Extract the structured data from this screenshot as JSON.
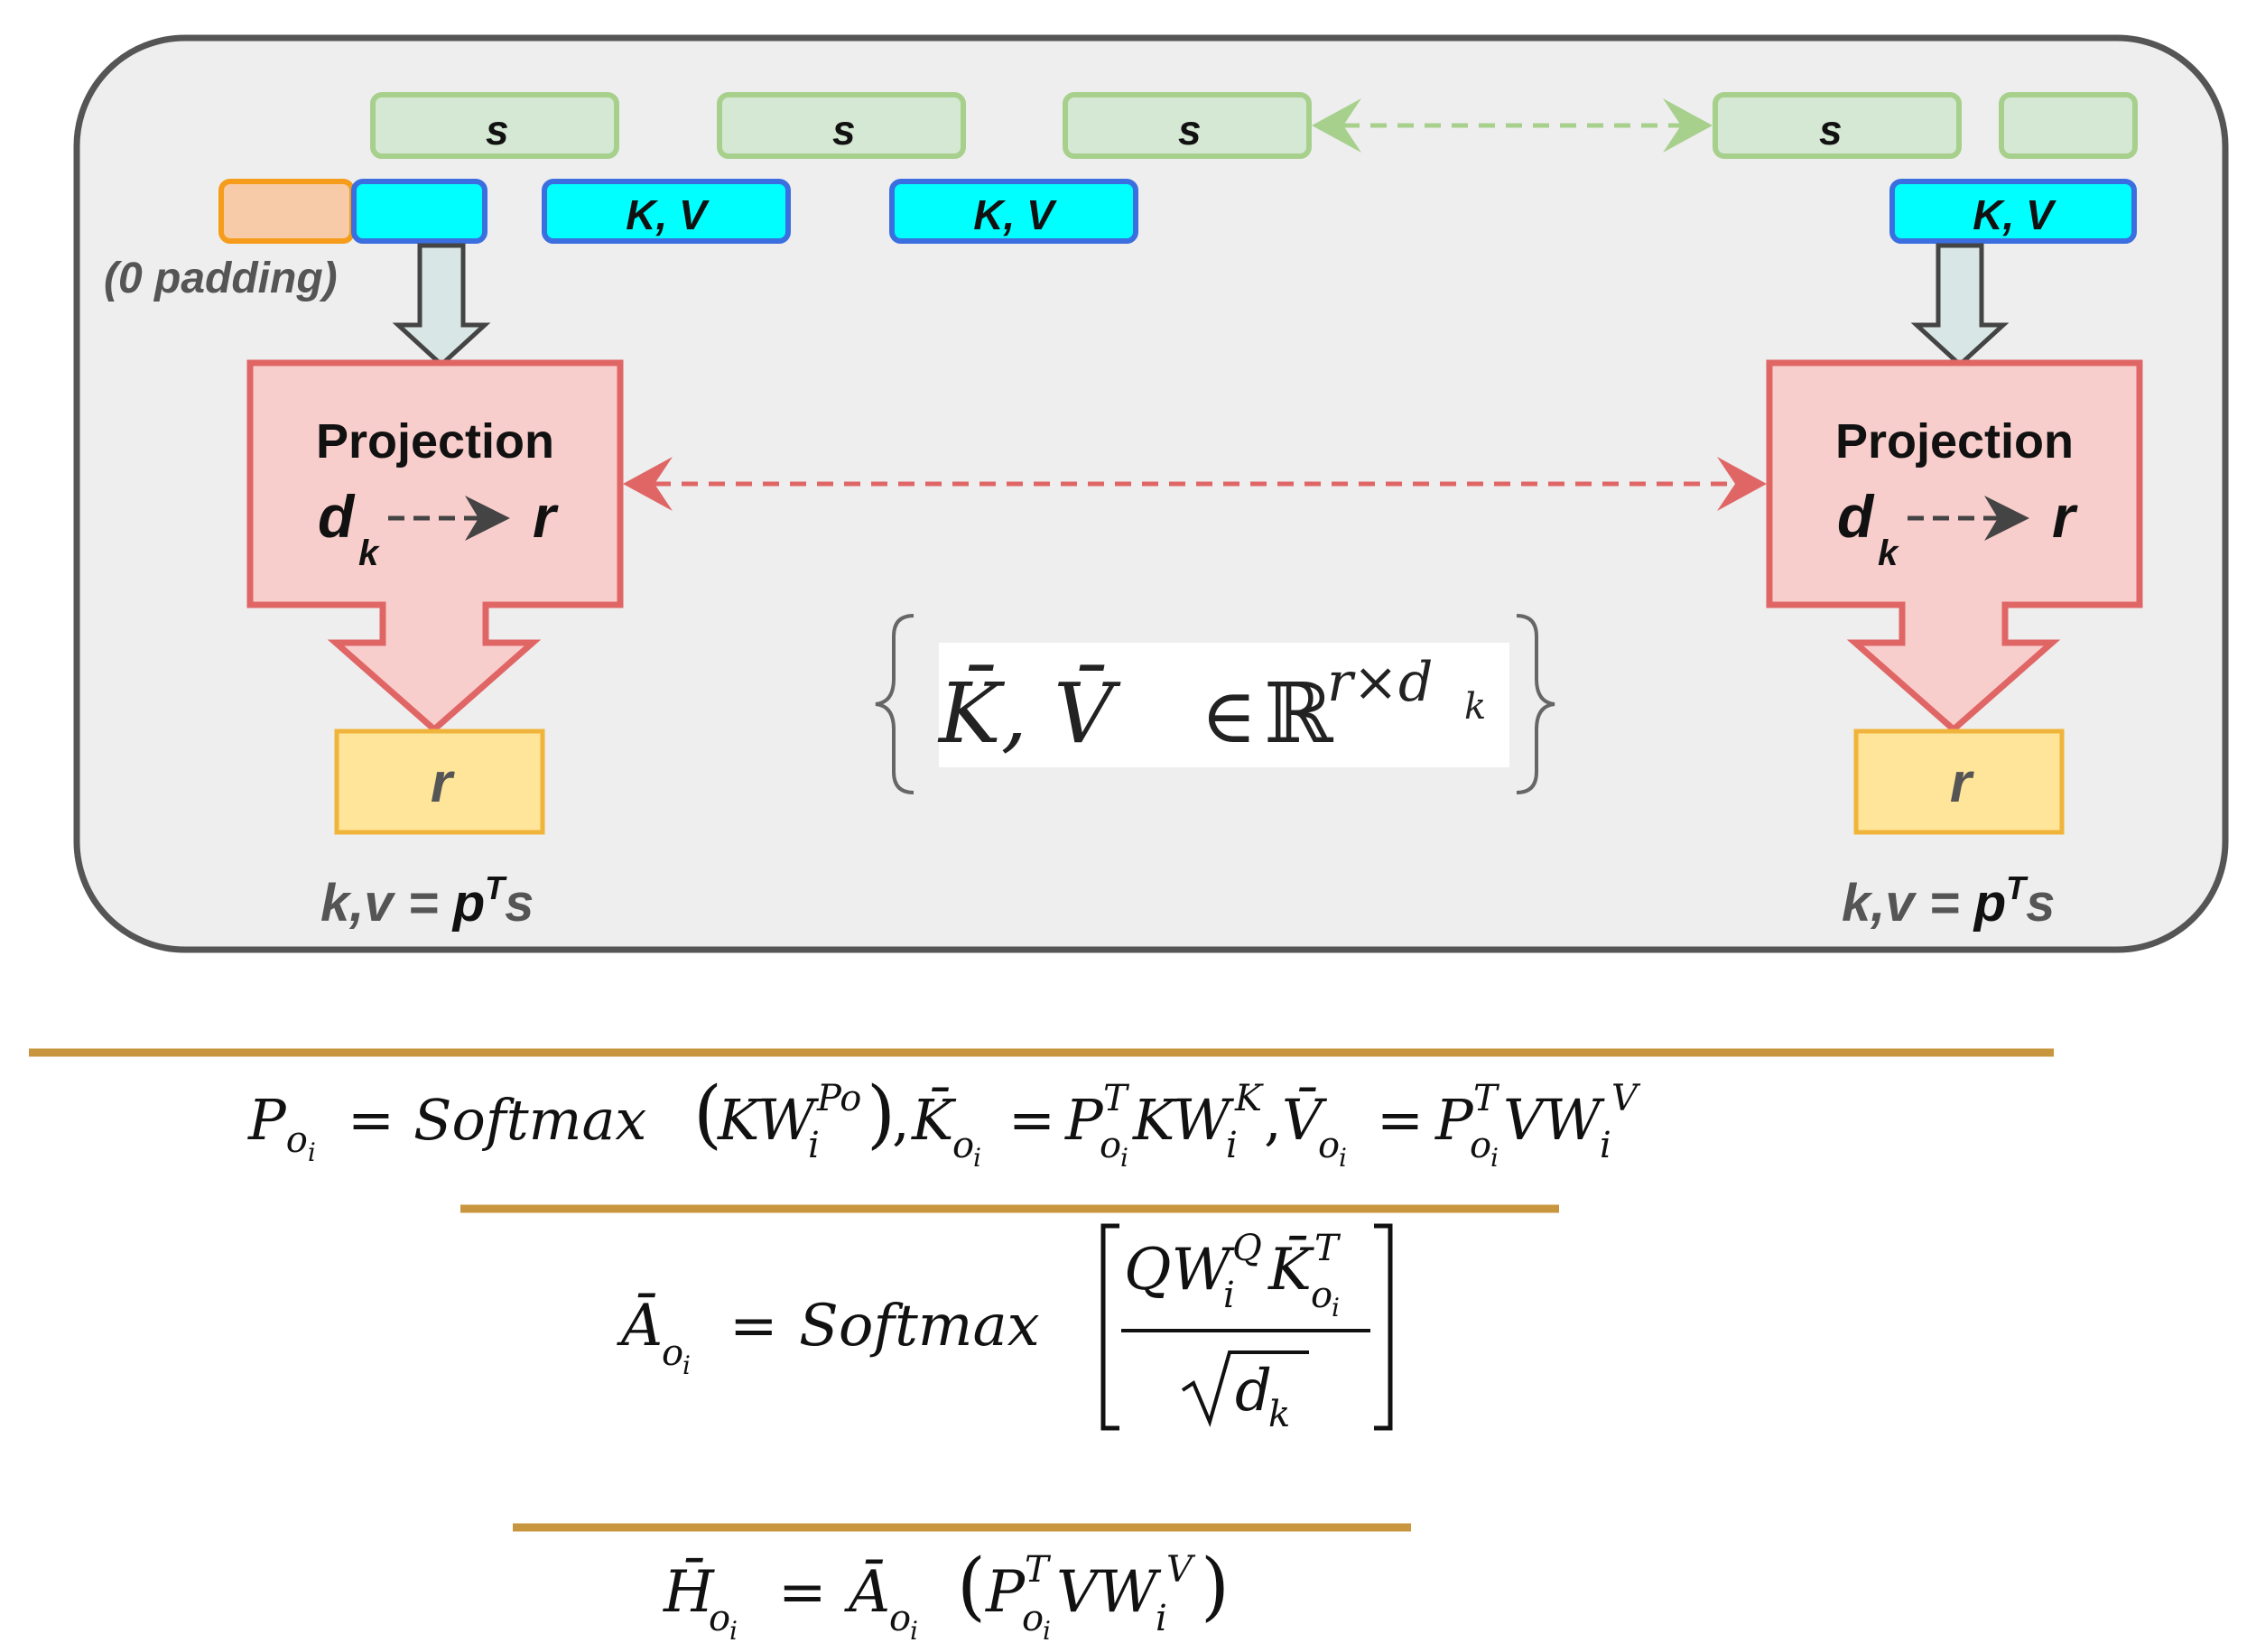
{
  "segments": {
    "s_label": "s",
    "kv_label": "K, V",
    "padding_label": "(0 padding)"
  },
  "projection": {
    "title": "Projection",
    "from": "d",
    "from_sub": "k",
    "to": "r",
    "output": "r",
    "formula_main": "k,v = ",
    "formula_p": "p",
    "formula_sup": "T",
    "formula_s": "s"
  },
  "set_notation": {
    "vars": "K̄, V̄",
    "in": "∈",
    "field": "ℝ",
    "exp_r": "r×d",
    "exp_sub": "k"
  },
  "equations": {
    "eq1": "P_{o_i} = Softmax(KW_i^{Po}), K̄_{o_i} = P_{o_i}^T K W_i^K, V̄_{o_i} = P_{o_i}^T V W_i^V",
    "eq2": "Ā_{o_i} = Softmax[ Q W_i^Q K̄_{o_i}^T / √d_k ]",
    "eq3": "H̄_{o_i} = Ā_{o_i} ( P_{o_i}^T V W_i^V )"
  },
  "colors": {
    "panel_bg": "#eeeeee",
    "panel_border": "#555555",
    "s_fill": "#d5e8d4",
    "s_stroke": "#a8d08d",
    "kv_fill": "#00ffff",
    "kv_stroke": "#3b6fe0",
    "pad_fill": "#f8cba8",
    "pad_stroke": "#f59c1a",
    "proj_fill": "#f8cecc",
    "proj_stroke": "#e06666",
    "r_fill": "#ffe599",
    "r_stroke": "#f1b43a",
    "down_arrow_fill": "#d9e6e6",
    "rule_color": "#c8963e"
  }
}
